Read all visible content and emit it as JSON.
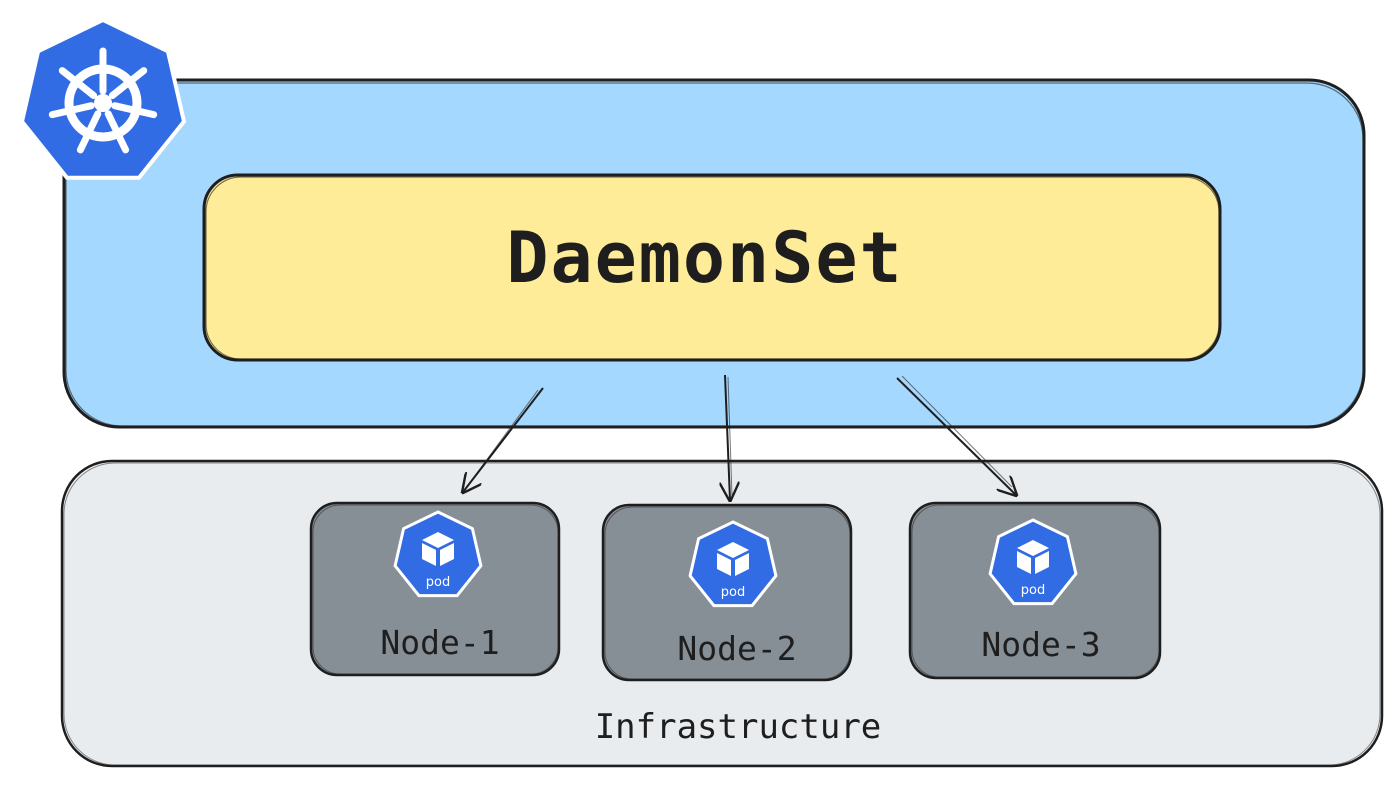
{
  "daemonset": {
    "label": "DaemonSet"
  },
  "infrastructure": {
    "label": "Infrastructure"
  },
  "nodes": [
    {
      "label": "Node-1",
      "pod_label": "pod"
    },
    {
      "label": "Node-2",
      "pod_label": "pod"
    },
    {
      "label": "Node-3",
      "pod_label": "pod"
    }
  ],
  "colors": {
    "cluster_fill": "#a5d8ff",
    "daemonset_fill": "#ffec99",
    "infra_fill": "#e9ecef",
    "node_fill": "#868e96",
    "k8s_blue": "#326ce5",
    "stroke": "#1e1e1e"
  },
  "icons": {
    "logo": "kubernetes-helm-icon",
    "pod": "pod-cube-icon"
  }
}
